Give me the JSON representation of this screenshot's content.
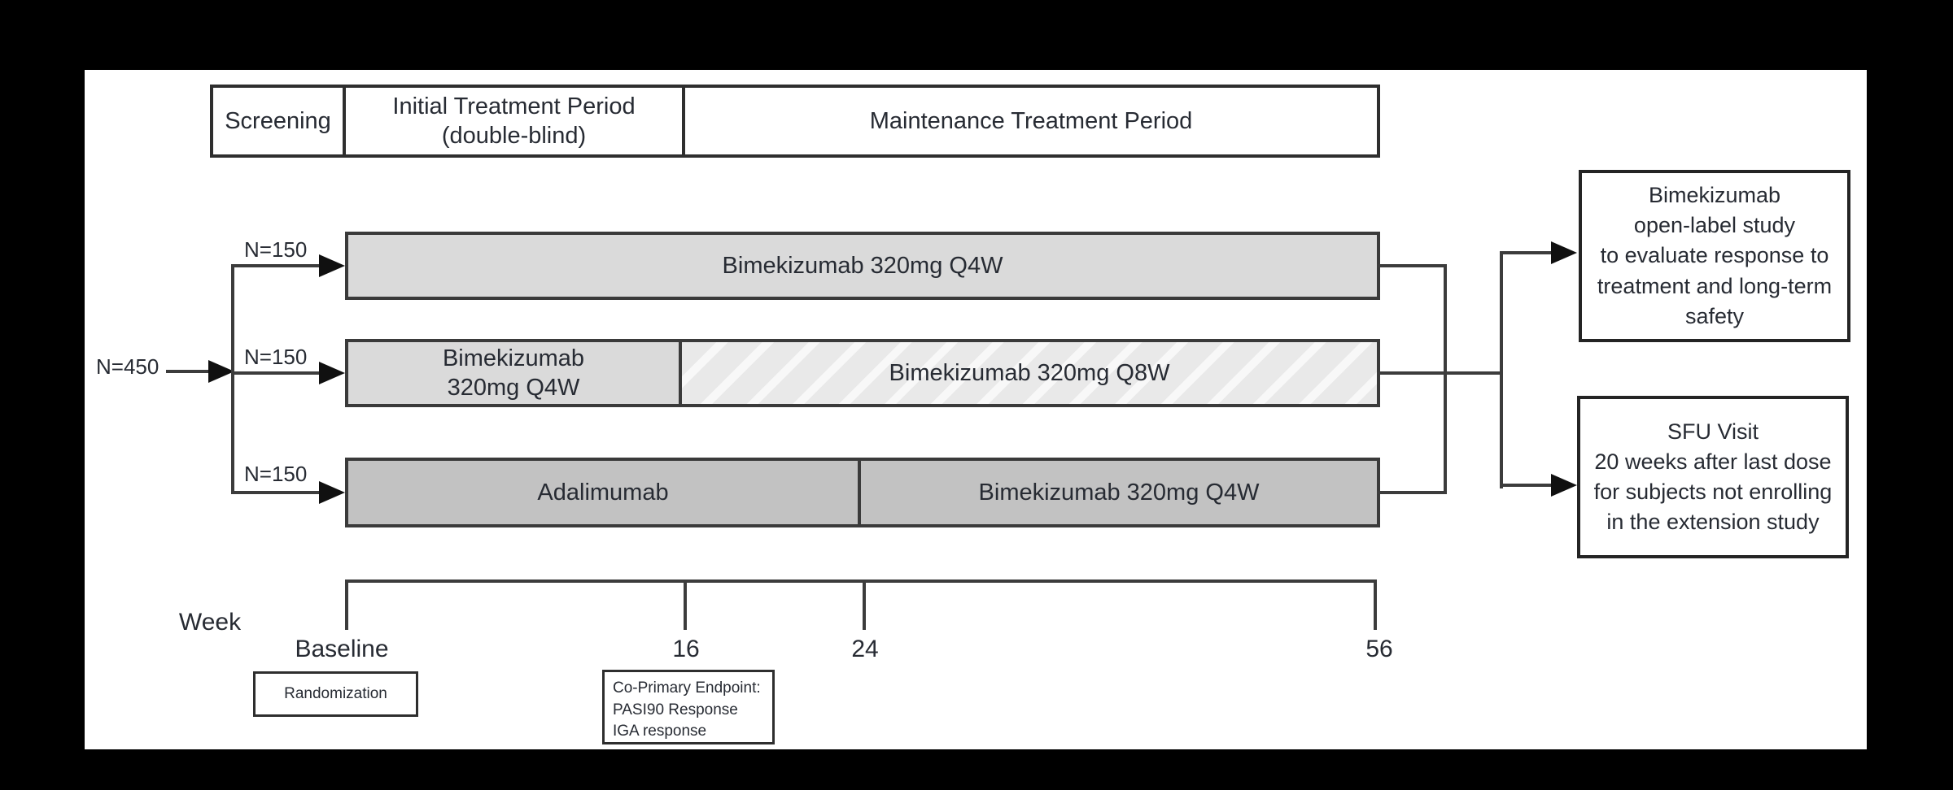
{
  "periods": {
    "screening": "Screening",
    "initial": "Initial Treatment Period\n(double-blind)",
    "maintenance": "Maintenance Treatment Period"
  },
  "enrollment": {
    "total": "N=450",
    "arm1": "N=150",
    "arm2": "N=150",
    "arm3": "N=150"
  },
  "arms": {
    "arm1": {
      "seg1": "Bimekizumab 320mg Q4W"
    },
    "arm2": {
      "seg1": "Bimekizumab\n320mg Q4W",
      "seg2": "Bimekizumab 320mg Q8W"
    },
    "arm3": {
      "seg1": "Adalimumab",
      "seg2": "Bimekizumab 320mg Q4W"
    }
  },
  "outcomes": {
    "extension": "Bimekizumab\nopen-label study\nto evaluate response to\ntreatment and long-term\nsafety",
    "sfu": "SFU Visit\n20 weeks after last dose\nfor subjects not enrolling\nin the extension study"
  },
  "timeline": {
    "axis_label": "Week",
    "ticks": [
      "Baseline",
      "16",
      "24",
      "56"
    ]
  },
  "annotations": {
    "randomization": "Randomization",
    "endpoint": "Co-Primary Endpoint:\nPASI90 Response\nIGA response"
  },
  "colors": {
    "background": "#000000",
    "panel": "#ffffff",
    "bar_light": "#dadada",
    "bar_medium": "#c2c2c2",
    "hatch_base": "#e9e9e9",
    "hatch_stripe": "#f8f8f8",
    "line": "#3c3c3c",
    "text": "#272b33"
  }
}
